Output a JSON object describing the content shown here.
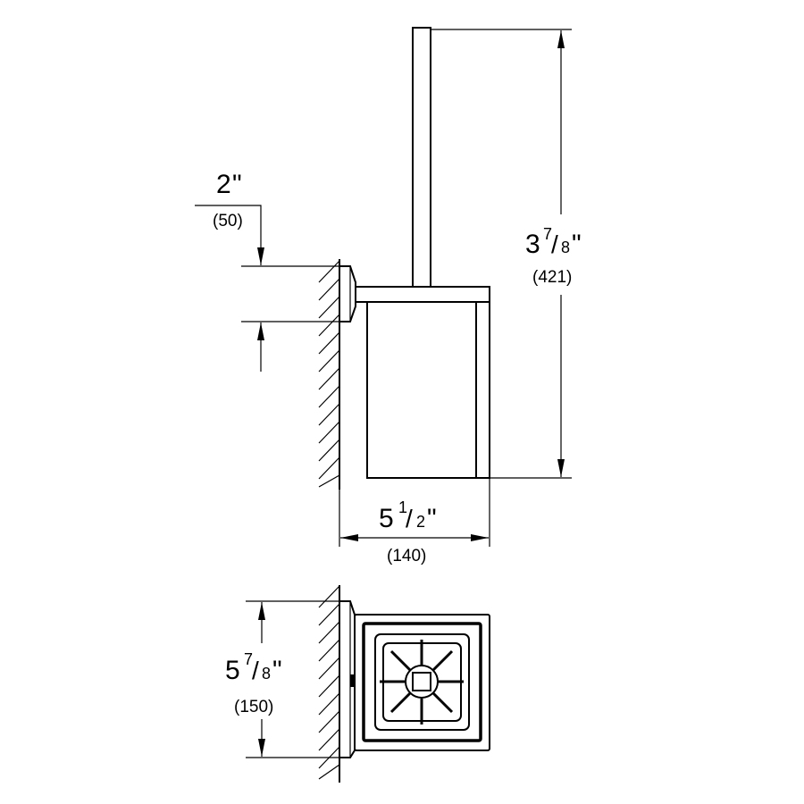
{
  "dimensions": {
    "height": {
      "whole": "3",
      "num": "7",
      "den": "8",
      "inch": "\"",
      "mm": "(421)"
    },
    "offset": {
      "whole": "2",
      "inch": "\"",
      "mm": "(50)"
    },
    "depth": {
      "whole": "5",
      "num": "1",
      "den": "2",
      "inch": "\"",
      "mm": "(140)"
    },
    "width": {
      "whole": "5",
      "num": "7",
      "den": "8",
      "inch": "\"",
      "mm": "(150)"
    }
  },
  "colors": {
    "line": "#000000",
    "background": "#ffffff"
  }
}
